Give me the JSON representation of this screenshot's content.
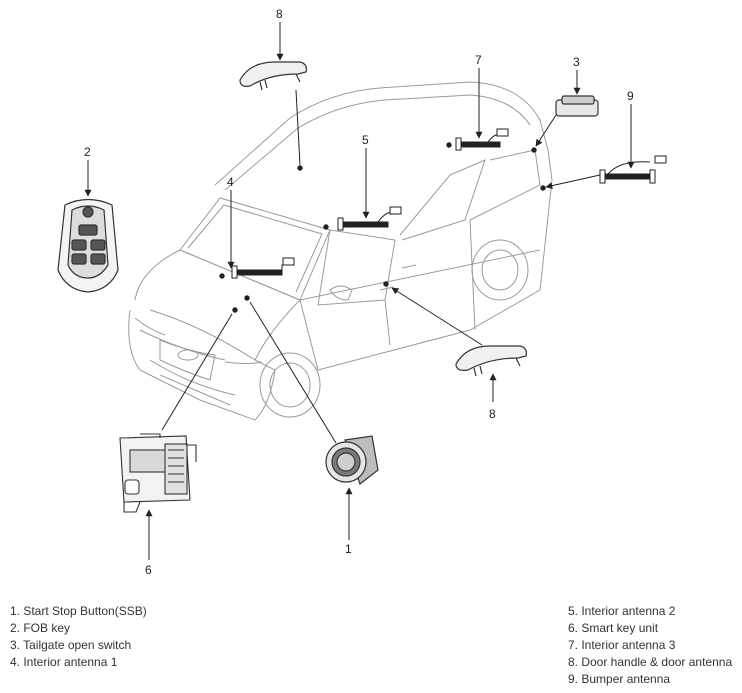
{
  "callouts": {
    "c1": "1",
    "c2": "2",
    "c3": "3",
    "c4": "4",
    "c5": "5",
    "c6": "6",
    "c7": "7",
    "c8_top": "8",
    "c8_bottom": "8",
    "c9": "9"
  },
  "legend": {
    "left": [
      "1. Start Stop Button(SSB)",
      "2. FOB key",
      "3. Tailgate open switch",
      "4. Interior antenna 1"
    ],
    "right": [
      "5. Interior antenna 2",
      "6. Smart key unit",
      "7. Interior antenna 3",
      "8. Door handle & door antenna",
      "9. Bumper antenna"
    ]
  }
}
